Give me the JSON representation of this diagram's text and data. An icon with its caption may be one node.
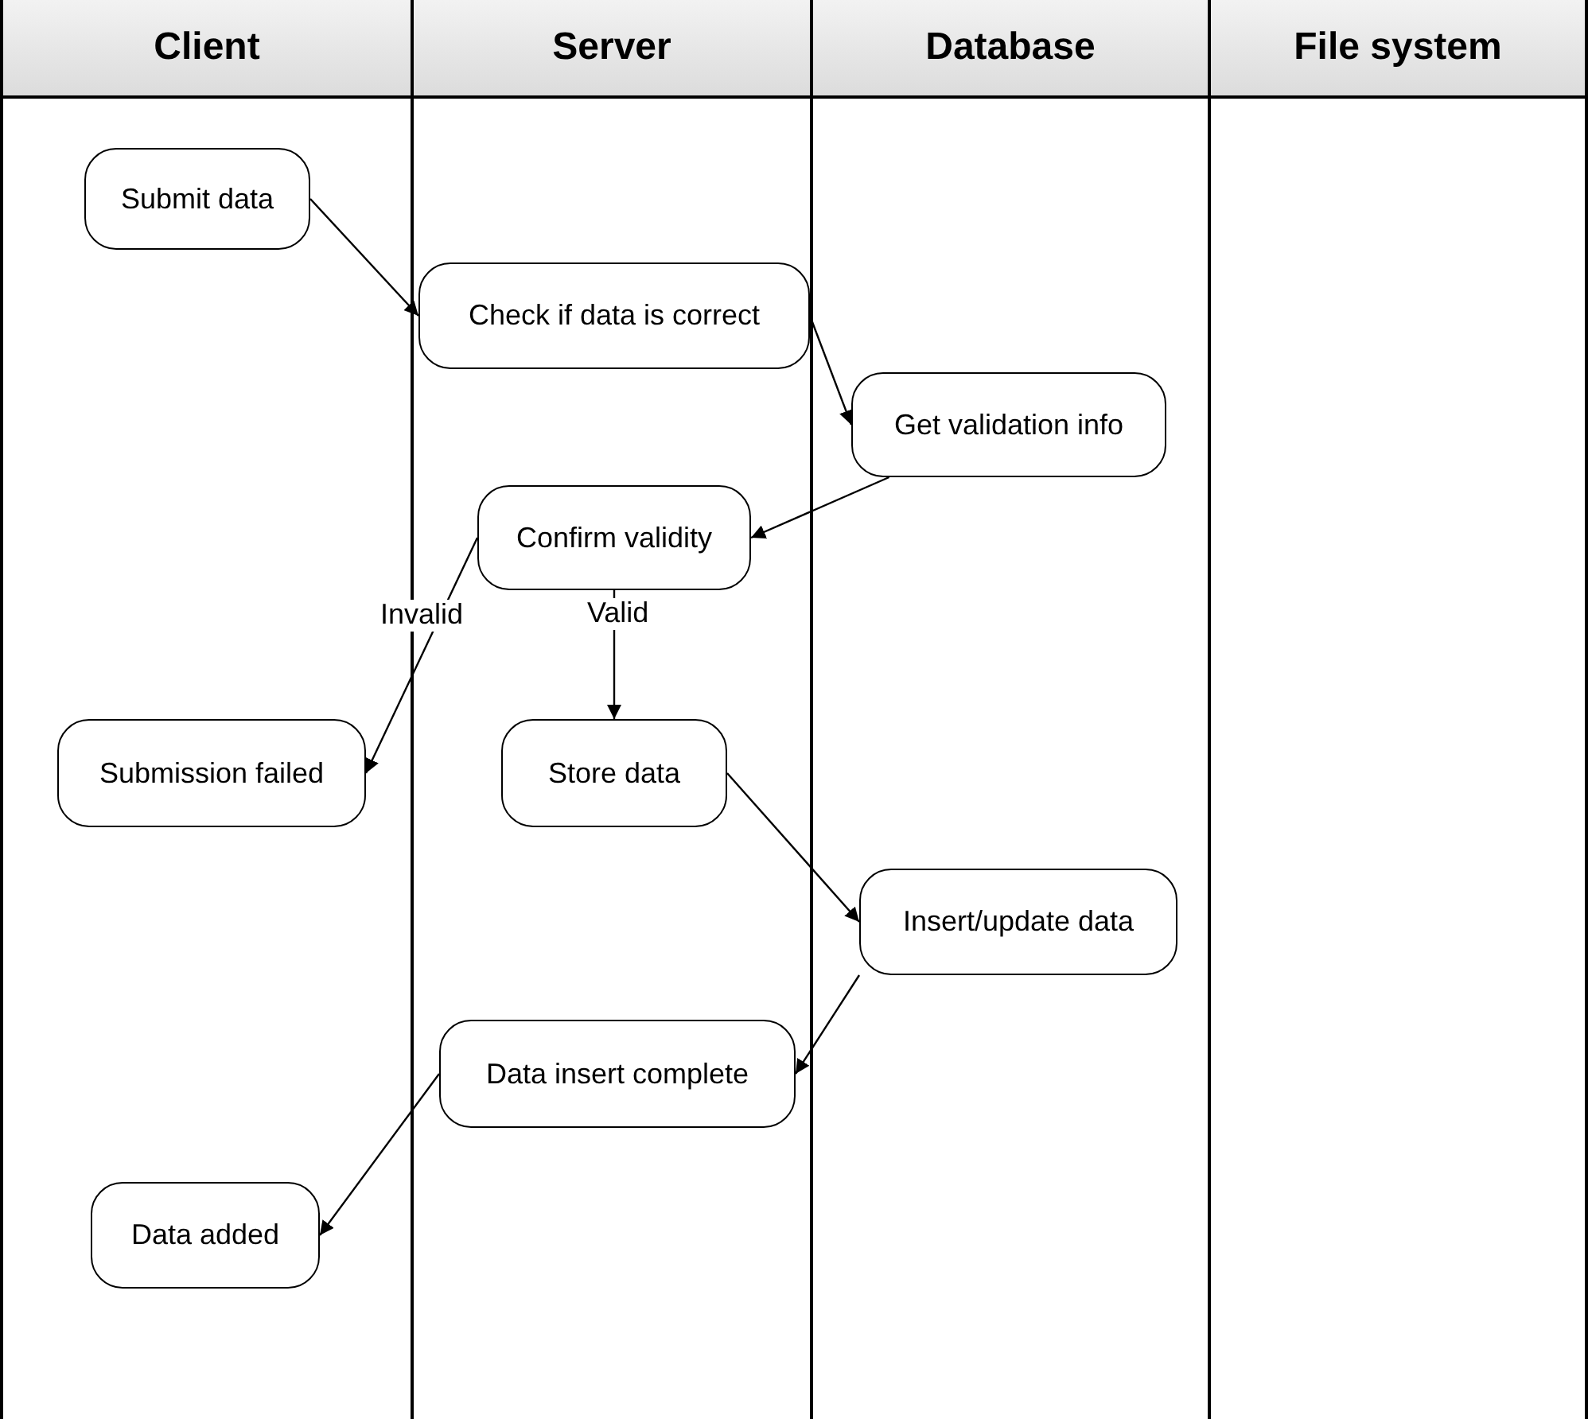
{
  "diagram": {
    "nodes": [
      {
        "text": [
          "Client"
        ]
      },
      {
        "text": [
          "Server"
        ]
      },
      {
        "text": [
          "Database"
        ]
      },
      {
        "text": [
          "File system"
        ]
      },
      {
        "text": [
          "Submit data"
        ],
        "in": 0
      },
      {
        "text": [
          "Check if data is correct"
        ],
        "in": 1
      },
      {
        "text": [
          "Get validation info"
        ],
        "in": 2
      },
      {
        "text": [
          "Confirm validity"
        ],
        "in": 1
      },
      {
        "text": [
          "Submission failed"
        ],
        "in": 0
      },
      {
        "text": [
          "Store data"
        ],
        "in": 1
      },
      {
        "text": [
          "Insert/update data"
        ],
        "in": 2
      },
      {
        "text": [
          "Data insert complete"
        ],
        "in": 1
      },
      {
        "text": [
          "Data added"
        ],
        "in": 0
      }
    ],
    "edges": [
      {
        "from": 4,
        "to": 5,
        "arrow": "to"
      },
      {
        "from": 5,
        "to": 6,
        "arrow": "to"
      },
      {
        "from": 6,
        "to": 7,
        "arrow": "to"
      },
      {
        "from": 7,
        "to": 8,
        "arrow": "to",
        "label": "Invalid"
      },
      {
        "from": 7,
        "to": 9,
        "arrow": "to",
        "label": "Valid"
      },
      {
        "from": 9,
        "to": 10,
        "arrow": "to"
      },
      {
        "from": 10,
        "to": 11,
        "arrow": "to"
      },
      {
        "from": 11,
        "to": 12,
        "arrow": "to"
      }
    ]
  }
}
